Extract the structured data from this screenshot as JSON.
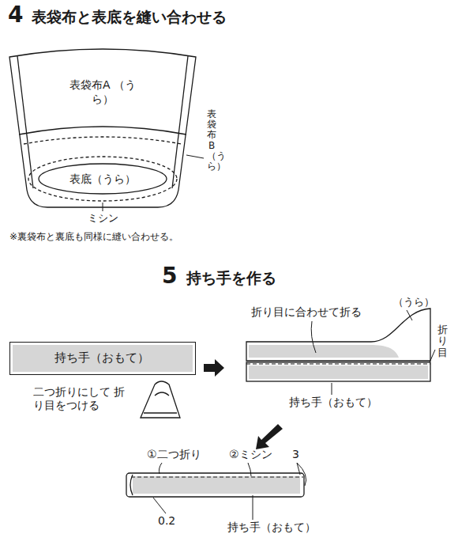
{
  "diagram": {
    "nodes": [
      {
        "text": [
          "表袋布A （うら）"
        ]
      },
      {
        "text": [
          "表底（うら）"
        ],
        "in": 0
      },
      {
        "text": [
          "持ち手（おもて）"
        ]
      }
    ],
    "labels": [
      "4",
      "表袋布と表底を縫い合わせる",
      "表袋布B（うら）",
      "ミシン",
      "※裏袋布と裏底も同様に縫い合わせる。",
      "5",
      "持ち手を作る",
      "二つ折りにして 折り目をつける",
      "折り目に合わせて折る",
      "（うら）",
      "折り目",
      "持ち手（おもて）",
      "①二つ折り",
      "②ミシン",
      "3",
      "0.2",
      "持ち手（おもて）"
    ]
  }
}
